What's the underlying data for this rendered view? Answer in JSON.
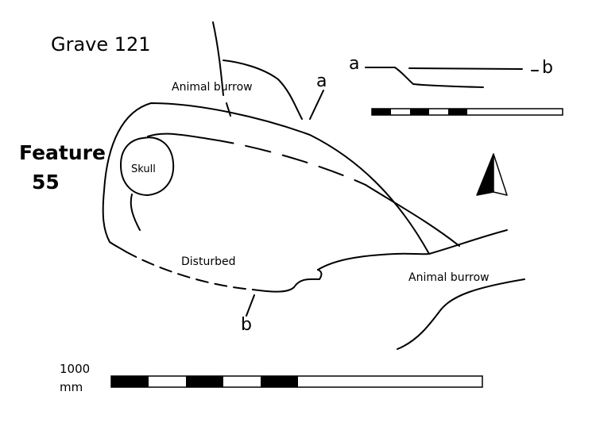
{
  "title": "Grave 121",
  "feature": {
    "line1": "Feature",
    "line2": "55"
  },
  "labels": {
    "animal_burrow_top": "Animal burrow",
    "animal_burrow_right": "Animal burrow",
    "skull": "Skull",
    "disturbed": "Disturbed"
  },
  "section": {
    "a_marker": "a",
    "b_marker": "b",
    "profile_a": "a",
    "profile_b": "b"
  },
  "scale": {
    "value": "1000",
    "unit": "mm"
  },
  "colors": {
    "ink": "#000000",
    "paper": "#ffffff"
  }
}
